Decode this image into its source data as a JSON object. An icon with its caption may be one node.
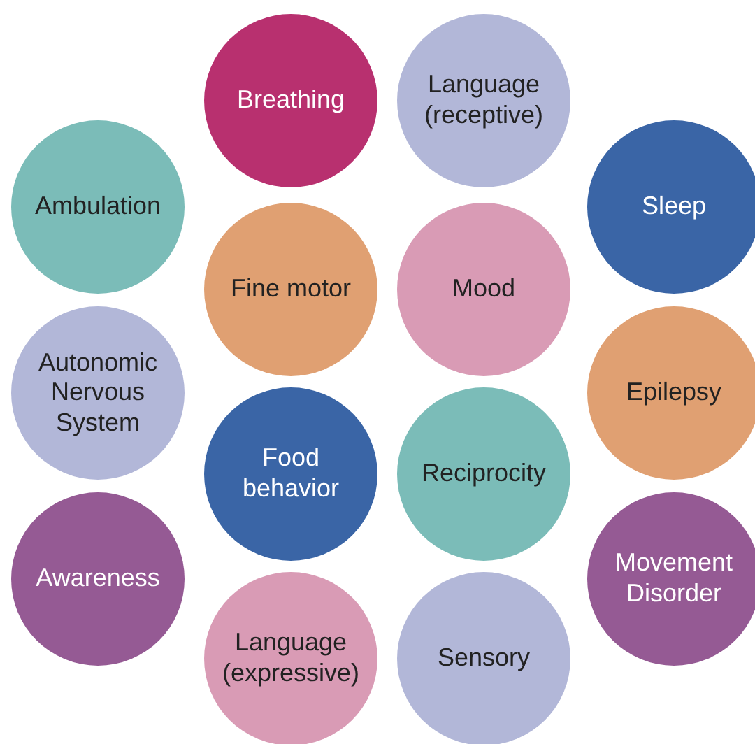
{
  "diagram": {
    "nodes": [
      {
        "text": [
          "Breathing"
        ]
      },
      {
        "text": [
          "Language (receptive)"
        ]
      },
      {
        "text": [
          "Ambulation"
        ]
      },
      {
        "text": [
          "Sleep"
        ]
      },
      {
        "text": [
          "Fine motor"
        ]
      },
      {
        "text": [
          "Mood"
        ]
      },
      {
        "text": [
          "Autonomic Nervous System"
        ]
      },
      {
        "text": [
          "Epilepsy"
        ]
      },
      {
        "text": [
          "Food behavior"
        ]
      },
      {
        "text": [
          "Reciprocity"
        ]
      },
      {
        "text": [
          "Awareness"
        ]
      },
      {
        "text": [
          "Movement Disorder"
        ]
      },
      {
        "text": [
          "Language (expressive)"
        ]
      },
      {
        "text": [
          "Sensory"
        ]
      }
    ]
  }
}
